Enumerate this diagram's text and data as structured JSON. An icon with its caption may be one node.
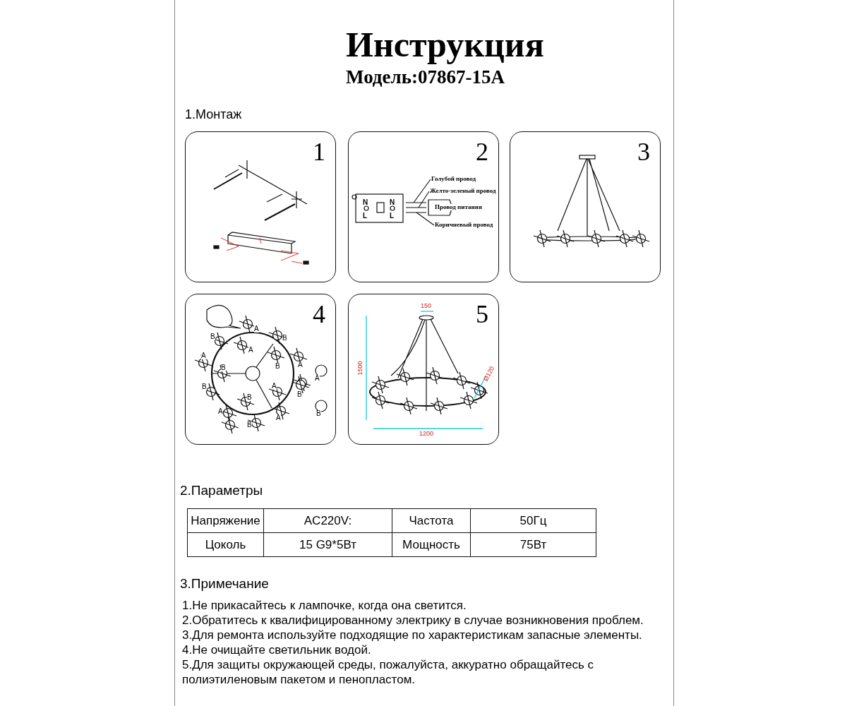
{
  "diagram": {
    "title": "Инструкция",
    "nodes": [
      {
        "text": [
          "1"
        ]
      },
      {
        "text": [
          "2"
        ]
      },
      {
        "text": [
          "3"
        ]
      },
      {
        "text": [
          "4"
        ]
      },
      {
        "text": [
          "5"
        ]
      },
      {
        "text": [
          "Голубой провод"
        ],
        "in": 1
      },
      {
        "text": [
          "Желто-зеленый провод"
        ],
        "in": 1
      },
      {
        "text": [
          "Провод питания"
        ],
        "in": 1
      },
      {
        "text": [
          "Коричневый провод"
        ],
        "in": 1
      }
    ],
    "edges": [
      {
        "from": 5,
        "to": null,
        "arrow": "none"
      },
      {
        "from": 6,
        "to": null,
        "arrow": "none"
      },
      {
        "from": 8,
        "to": null,
        "arrow": "none"
      }
    ],
    "labels": [
      "Модель:07867-15A",
      "1.Монтаж",
      "N",
      "L",
      "N",
      "L",
      "A",
      "B",
      "B",
      "A",
      "A",
      "B",
      "B",
      "A",
      "A",
      "B",
      "A",
      "B",
      "B",
      "A",
      "A",
      "B",
      "B",
      "150",
      "1500",
      "1200",
      "Ø120",
      "2.Параметры",
      "Напряжение",
      "AC220V:",
      "Частота",
      "50Гц",
      "Цоколь",
      "15 G9*5Вт",
      "Мощность",
      "75Вт",
      "3.Примечание",
      "1.Не прикасайтесь к лампочке, когда она светится.",
      "2.Обратитесь к квалифицированному электрику в случае возникновения проблем.",
      "3.Для ремонта используйте подходящие по характеристикам запасные элементы.",
      "4.Не очищайте светильник водой.",
      "5.Для защиты окружающей среды, пожалуйста, аккуратно обращайтесь с полиэтиленовым пакетом и пенопластом."
    ]
  }
}
